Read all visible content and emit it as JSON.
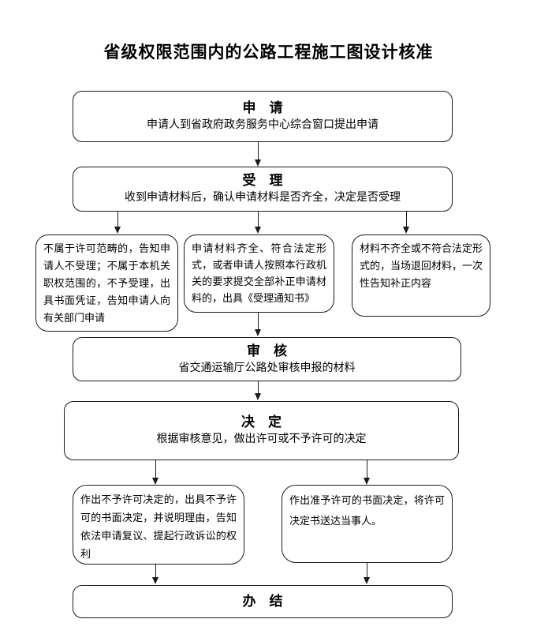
{
  "title": "省级权限范围内的公路工程施工图设计核准",
  "colors": {
    "line": "#1a1a1a",
    "text": "#000000",
    "background": "#ffffff"
  },
  "nodes": {
    "apply": {
      "heading": "申　请",
      "body": "申请人到省政府政务服务中心综合窗口提出申请"
    },
    "accept": {
      "heading": "受　理",
      "body": "收到申请材料后，确认申请材料是否齐全，决定是否受理"
    },
    "not_accepted": {
      "body": "不属于许可范畴的，告知申请人不受理；不属于本机关职权范围的，不予受理，出具书面凭证，告知申请人向有关部门申请"
    },
    "accepted": {
      "body": "申请材料齐全、符合法定形式，或者申请人按照本行政机关的要求提交全部补正申请材料的，出具《受理通知书》"
    },
    "returned": {
      "body": "材料不齐全或不符合法定形式的，当场退回材料，一次性告知补正内容"
    },
    "review": {
      "heading": "审　核",
      "body": "省交通运输厅公路处审核申报的材料"
    },
    "decision": {
      "heading": "决　定",
      "body": "根据审核意见，做出许可或不予许可的决定"
    },
    "deny": {
      "body": "作出不予许可决定的，出具不予许可的书面决定，并说明理由，告知依法申请复议、提起行政诉讼的权利"
    },
    "grant": {
      "body": "作出准予许可的书面决定，将许可决定书送达当事人。"
    },
    "complete": {
      "heading": "办　结"
    }
  },
  "edges": [
    {
      "from": "apply",
      "to": "accept"
    },
    {
      "from": "accept",
      "to": "not_accepted"
    },
    {
      "from": "accept",
      "to": "accepted"
    },
    {
      "from": "accept",
      "to": "returned"
    },
    {
      "from": "accepted",
      "to": "review"
    },
    {
      "from": "review",
      "to": "decision"
    },
    {
      "from": "decision",
      "to": "deny"
    },
    {
      "from": "decision",
      "to": "grant"
    },
    {
      "from": "deny",
      "to": "complete"
    },
    {
      "from": "grant",
      "to": "complete"
    }
  ]
}
